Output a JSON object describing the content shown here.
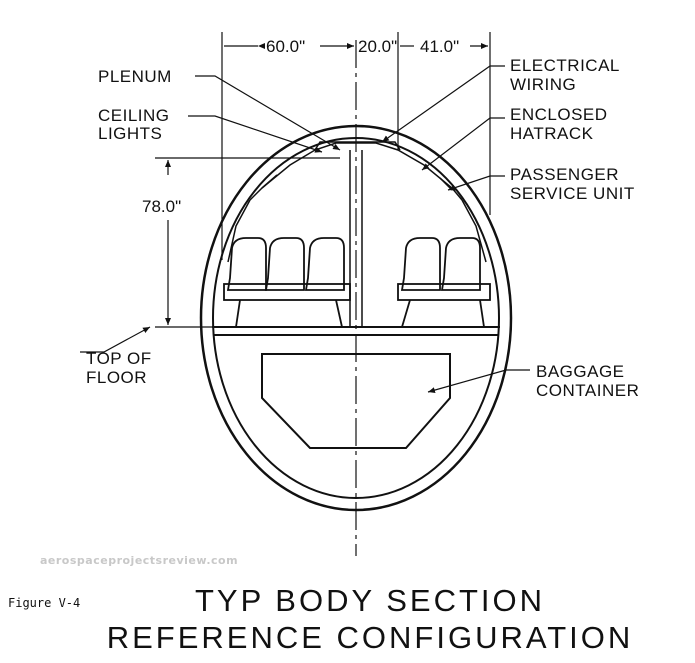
{
  "labels": {
    "plenum": "PLENUM",
    "ceiling_lights_1": "CEILING",
    "ceiling_lights_2": "LIGHTS",
    "electrical_wiring_1": "ELECTRICAL",
    "electrical_wiring_2": "WIRING",
    "enclosed_hatrack_1": "ENCLOSED",
    "enclosed_hatrack_2": "HATRACK",
    "passenger_service_unit_1": "PASSENGER",
    "passenger_service_unit_2": "SERVICE UNIT",
    "top_of_floor_1": "TOP OF",
    "top_of_floor_2": "FLOOR",
    "baggage_container_1": "BAGGAGE",
    "baggage_container_2": "CONTAINER"
  },
  "dimensions": {
    "left_width": "60.0\"",
    "aisle_width": "20.0\"",
    "right_width": "41.0\"",
    "cabin_height": "78.0\""
  },
  "watermark": "aerospaceprojectsreview.com",
  "figure_number": "Figure V-4",
  "title": {
    "line1": "TYP BODY SECTION",
    "line2": "REFERENCE CONFIGURATION"
  }
}
